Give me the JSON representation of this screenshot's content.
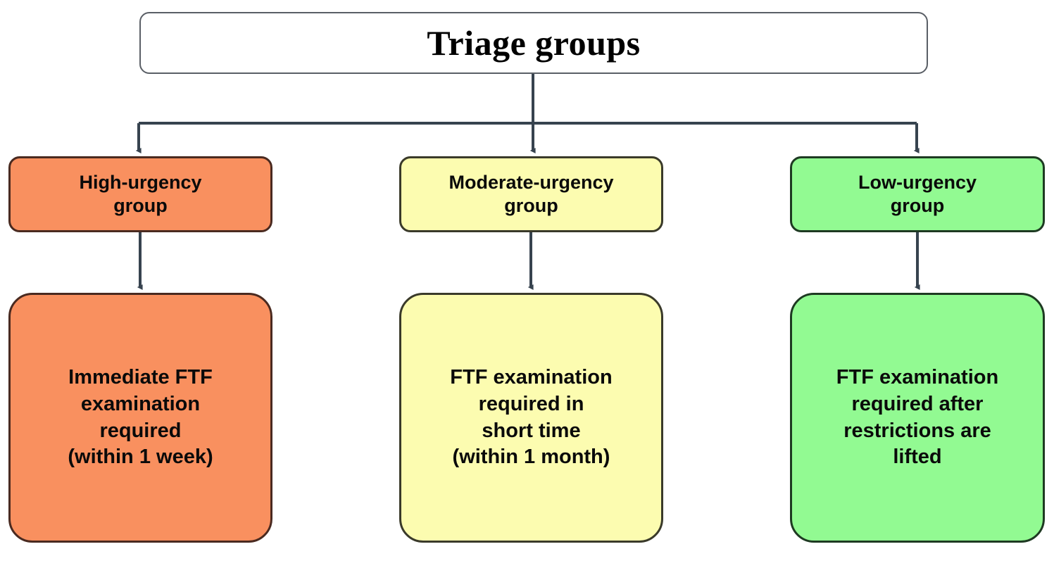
{
  "diagram": {
    "title": "Triage groups",
    "root": {
      "label": "Triage groups"
    },
    "colors": {
      "high_fill": "#F9905F",
      "high_border": "#4a2a20",
      "moderate_fill": "#FCFCB0",
      "moderate_border": "#3a3a2a",
      "low_fill": "#92FA92",
      "low_border": "#1e3a22",
      "root_fill": "#FFFFFF",
      "root_border": "#5a5f66",
      "connector": "#37434F",
      "text": "#0A0A0A"
    },
    "branches": [
      {
        "key": "high",
        "group_label": "High-urgency group",
        "group_line_1": "High-urgency",
        "group_line_2": "group",
        "detail_label": "Immediate FTF examination required (within 1 week)",
        "detail_line_1": "Immediate FTF",
        "detail_line_2": "examination",
        "detail_line_3": "required",
        "detail_line_4": "(within 1 week)"
      },
      {
        "key": "moderate",
        "group_label": "Moderate-urgency group",
        "group_line_1": "Moderate-urgency",
        "group_line_2": "group",
        "detail_label": "FTF examination required in short time (within 1 month)",
        "detail_line_1": "FTF examination",
        "detail_line_2": "required in",
        "detail_line_3": "short time",
        "detail_line_4": "(within 1 month)"
      },
      {
        "key": "low",
        "group_label": "Low-urgency group",
        "group_line_1": "Low-urgency",
        "group_line_2": "group",
        "detail_label": "FTF examination required after restrictions are lifted",
        "detail_line_1": "FTF examination",
        "detail_line_2": "required after",
        "detail_line_3": "restrictions are",
        "detail_line_4": "lifted"
      }
    ]
  }
}
